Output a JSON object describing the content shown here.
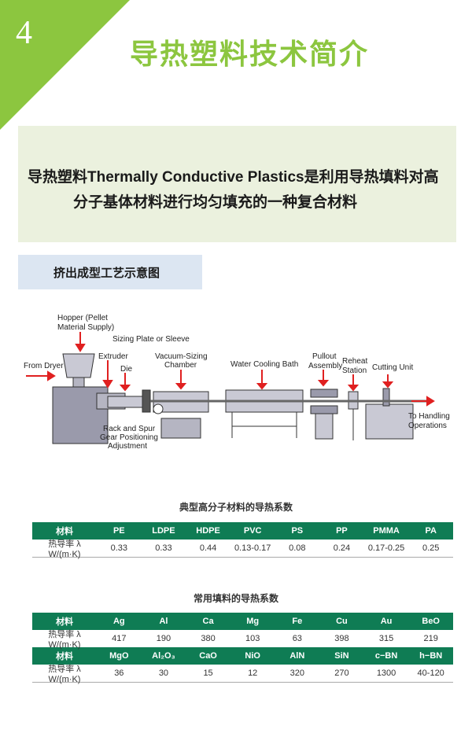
{
  "section_number": "4",
  "page_title": "导热塑料技术简介",
  "intro": {
    "line1": "导热塑料Thermally Conductive Plastics是利用导热填料对高",
    "line2": "分子基体材料进行均匀填充的一种复合材料"
  },
  "diagram_heading": "挤出成型工艺示意图",
  "diagram_labels": {
    "hopper": "Hopper (Pellet",
    "hopper2": "Material Supply)",
    "sizing_plate": "Sizing Plate or Sleeve",
    "from_dryer": "From Dryer",
    "extruder": "Extruder",
    "die": "Die",
    "vacuum": "Vacuum-Sizing",
    "vacuum2": "Chamber",
    "water": "Water Cooling Bath",
    "pullout": "Pullout",
    "pullout2": "Assembly",
    "reheat": "Reheat",
    "reheat2": "Station",
    "cutting": "Cutting Unit",
    "handling": "To Handling",
    "handling2": "Operations",
    "rack": "Rack and Spur",
    "rack2": "Gear Positioning",
    "rack3": "Adjustment"
  },
  "table1": {
    "title": "典型高分子材料的导热系数",
    "header": [
      "材料",
      "PE",
      "LDPE",
      "HDPE",
      "PVC",
      "PS",
      "PP",
      "PMMA",
      "PA"
    ],
    "row": [
      "热导率 λ  W/(m·K)",
      "0.33",
      "0.33",
      "0.44",
      "0.13-0.17",
      "0.08",
      "0.24",
      "0.17-0.25",
      "0.25"
    ]
  },
  "table2": {
    "title": "常用填料的导热系数",
    "header1": [
      "材料",
      "Ag",
      "Al",
      "Ca",
      "Mg",
      "Fe",
      "Cu",
      "Au",
      "BeO"
    ],
    "row1": [
      "热导率 λ  W/(m·K)",
      "417",
      "190",
      "380",
      "103",
      "63",
      "398",
      "315",
      "219"
    ],
    "header2": [
      "材料",
      "MgO",
      "Al₂O₃",
      "CaO",
      "NiO",
      "AlN",
      "SiN",
      "c−BN",
      "h−BN"
    ],
    "row2": [
      "热导率 λ  W/(m·K)",
      "36",
      "30",
      "15",
      "12",
      "320",
      "270",
      "1300",
      "40-120"
    ]
  },
  "colors": {
    "accent_green": "#8cc63f",
    "table_green": "#0f7c54",
    "intro_bg": "#ebf1de",
    "subhead_bg": "#dce6f2"
  }
}
